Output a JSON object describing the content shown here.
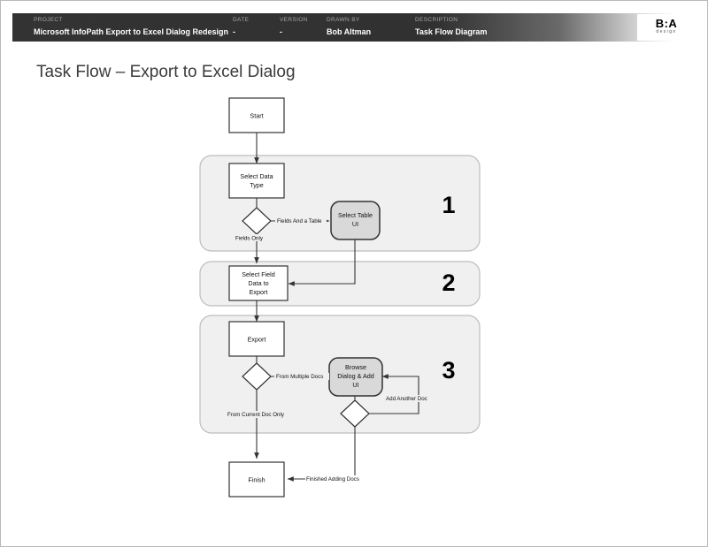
{
  "header": {
    "columns": [
      {
        "label": "PROJECT",
        "value": "Microsoft InfoPath Export to Excel Dialog Redesign"
      },
      {
        "label": "DATE",
        "value": "-"
      },
      {
        "label": "VERSION",
        "value": "-"
      },
      {
        "label": "DRAWN BY",
        "value": "Bob Altman"
      },
      {
        "label": "DESCRIPTION",
        "value": "Task Flow Diagram"
      }
    ],
    "logo": {
      "mark": "B:A",
      "sub": "design"
    }
  },
  "title": "Task Flow – Export to Excel Dialog",
  "diagram": {
    "nodes": {
      "start": {
        "label": "Start"
      },
      "select_data": {
        "label_line1": "Select Data",
        "label_line2": "Type"
      },
      "select_table": {
        "label_line1": "Select Table",
        "label_line2": "UI"
      },
      "select_field": {
        "label_line1": "Select Field",
        "label_line2": "Data to",
        "label_line3": "Export"
      },
      "export": {
        "label": "Export"
      },
      "browse": {
        "label_line1": "Browse",
        "label_line2": "Dialog & Add",
        "label_line3": "UI"
      },
      "finish": {
        "label": "Finish"
      }
    },
    "edge_labels": {
      "fields_and_table": "Fields And a Table",
      "fields_only": "Fields Only",
      "from_multiple_docs": "From Multiple Docs",
      "from_current_doc_only": "From Current Doc Only",
      "add_another_doc": "Add Another Doc",
      "finished_adding_docs": "Finished Adding Docs"
    },
    "groups": [
      {
        "number": "1"
      },
      {
        "number": "2"
      },
      {
        "number": "3"
      }
    ]
  },
  "colors": {
    "header_dark": "#333333",
    "group_fill": "#f0f0f0",
    "group_stroke": "#bdbdbd",
    "ui_node_fill": "#d9d9d9",
    "node_stroke": "#333333",
    "page_border": "#b9b9b9",
    "title_text": "#3b3b3b"
  }
}
